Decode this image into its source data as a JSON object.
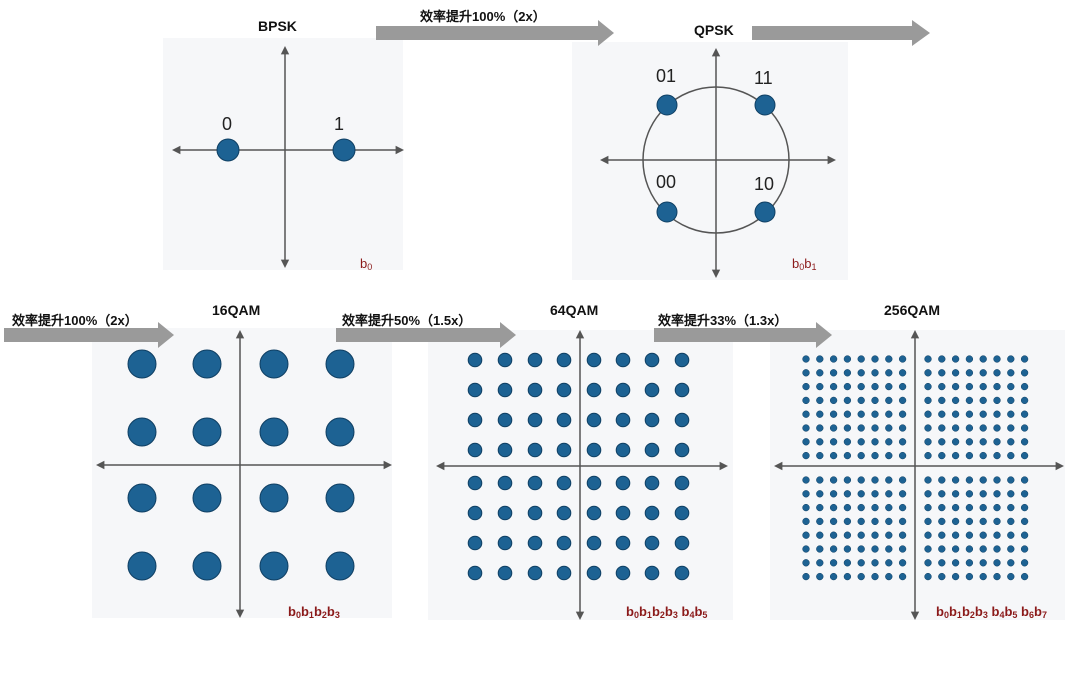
{
  "colors": {
    "dot": "#1d6293",
    "dot_stroke": "#0f3f63",
    "axis": "#555555",
    "arrow": "#9a9a9a",
    "bits": "#8b1a1a",
    "panel_bg": "#f6f7f9"
  },
  "arrows": {
    "a1": "效率提升100%（2x）",
    "a2": "效率提升100%（2x）",
    "a3": "效率提升50%（1.5x）",
    "a4": "效率提升33%（1.3x）"
  },
  "bpsk": {
    "title": "BPSK",
    "labels": [
      "0",
      "1"
    ],
    "bits": [
      "b",
      "0"
    ]
  },
  "qpsk": {
    "title": "QPSK",
    "labels": [
      "01",
      "11",
      "00",
      "10"
    ],
    "bits": [
      "b",
      "0",
      "b",
      "1"
    ]
  },
  "qam16": {
    "title": "16QAM",
    "bits": [
      "b",
      "0",
      "b",
      "1",
      "b",
      "2",
      "b",
      "3"
    ]
  },
  "qam64": {
    "title": "64QAM",
    "bits": [
      "b",
      "0",
      "b",
      "1",
      "b",
      "2",
      "b",
      "3",
      " b",
      "4",
      "b",
      "5"
    ]
  },
  "qam256": {
    "title": "256QAM",
    "bits": [
      "b",
      "0",
      "b",
      "1",
      "b",
      "2",
      "b",
      "3",
      " b",
      "4",
      "b",
      "5",
      " b",
      "6",
      "b",
      "7"
    ]
  }
}
